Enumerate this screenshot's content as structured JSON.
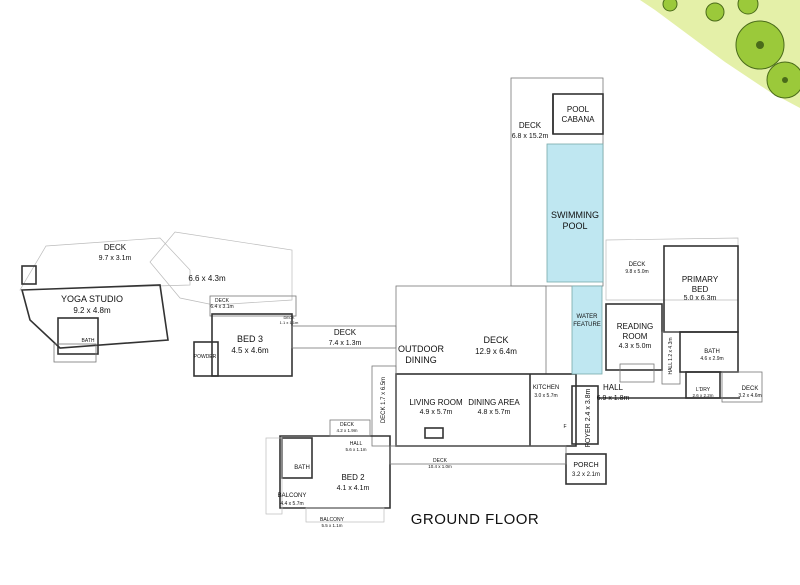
{
  "title": "GROUND FLOOR",
  "colors": {
    "pool": "#bfe7f1",
    "water_feature": "#bfe7f1",
    "lawn": "#e4f0a8",
    "tree": "#9bc93a",
    "tree_dark": "#4a6b1a",
    "wall": "#333333",
    "label": "#111111"
  },
  "rooms": {
    "deck_pool": {
      "name": "DECK",
      "size": "6.8 x 15.2m"
    },
    "pool_cabana": {
      "name1": "POOL",
      "name2": "CABANA"
    },
    "swimming_pool": {
      "name1": "SWIMMING",
      "name2": "POOL"
    },
    "water_feature": {
      "name1": "WATER",
      "name2": "FEATURE"
    },
    "deck_yoga": {
      "name": "DECK",
      "size": "9.7 x 3.1m"
    },
    "yoga_studio": {
      "name": "YOGA STUDIO",
      "size": "9.2 x 4.8m"
    },
    "bath_yoga": {
      "name": "BATH"
    },
    "terrace": {
      "size": "6.6 x 4.3m"
    },
    "deck_bed3": {
      "name": "DECK",
      "size": "6.4 x 3.1m"
    },
    "bed3": {
      "name": "BED 3",
      "size": "4.5 x 4.6m"
    },
    "powder": {
      "name": "POWDER"
    },
    "deck_small": {
      "name": "DECK",
      "size": "1.1 x 1.1m"
    },
    "deck_link": {
      "name": "DECK",
      "size": "7.4 x 1.3m"
    },
    "outdoor_dining": {
      "name1": "OUTDOOR",
      "name2": "DINING"
    },
    "deck_main": {
      "name": "DECK",
      "size": "12.9 x 6.4m"
    },
    "deck_side": {
      "name": "DECK",
      "size": "1.7 x 6.5m"
    },
    "living": {
      "name": "LIVING ROOM",
      "size": "4.9 x 5.7m"
    },
    "dining": {
      "name": "DINING AREA",
      "size": "4.8 x 5.7m"
    },
    "kitchen": {
      "name": "KITCHEN",
      "size": "3.0 x 5.7m"
    },
    "foyer": {
      "name": "FOYER",
      "size": "2.4 x 3.8m"
    },
    "hall_main": {
      "name": "HALL",
      "size": "6.9 x 1.8m"
    },
    "porch": {
      "name": "PORCH",
      "size": "3.2 x 2.1m"
    },
    "deck_primary": {
      "name": "DECK",
      "size": "9.8 x 5.0m"
    },
    "primary_bed": {
      "name1": "PRIMARY",
      "name2": "BED",
      "size": "5.0 x 6.3m"
    },
    "reading_room": {
      "name1": "READING",
      "name2": "ROOM",
      "size": "4.3 x 5.0m"
    },
    "hall_primary": {
      "name": "HALL",
      "size": "1.2 x 4.3m"
    },
    "bath_primary": {
      "name": "BATH",
      "size": "4.6 x 2.9m"
    },
    "laundry": {
      "name": "L'DRY",
      "size": "2.6 x 2.2m"
    },
    "deck_east": {
      "name": "DECK",
      "size": "3.2 x 4.6m"
    },
    "deck_bed2": {
      "name": "DECK",
      "size": "4.2 x 1.9m"
    },
    "hall_bed2": {
      "name": "HALL",
      "size": "5.6 x 1.1m"
    },
    "bath_bed2": {
      "name": "BATH"
    },
    "bed2": {
      "name": "BED 2",
      "size": "4.1 x 4.1m"
    },
    "deck_front": {
      "name": "DECK",
      "size": "10.4 x 1.0m"
    },
    "balcony1": {
      "name": "BALCONY",
      "size": "4.4 x 5.7m"
    },
    "balcony2": {
      "name": "BALCONY",
      "size": "5.5 x 1.1m"
    },
    "fridge_mark": {
      "name": "F"
    }
  }
}
